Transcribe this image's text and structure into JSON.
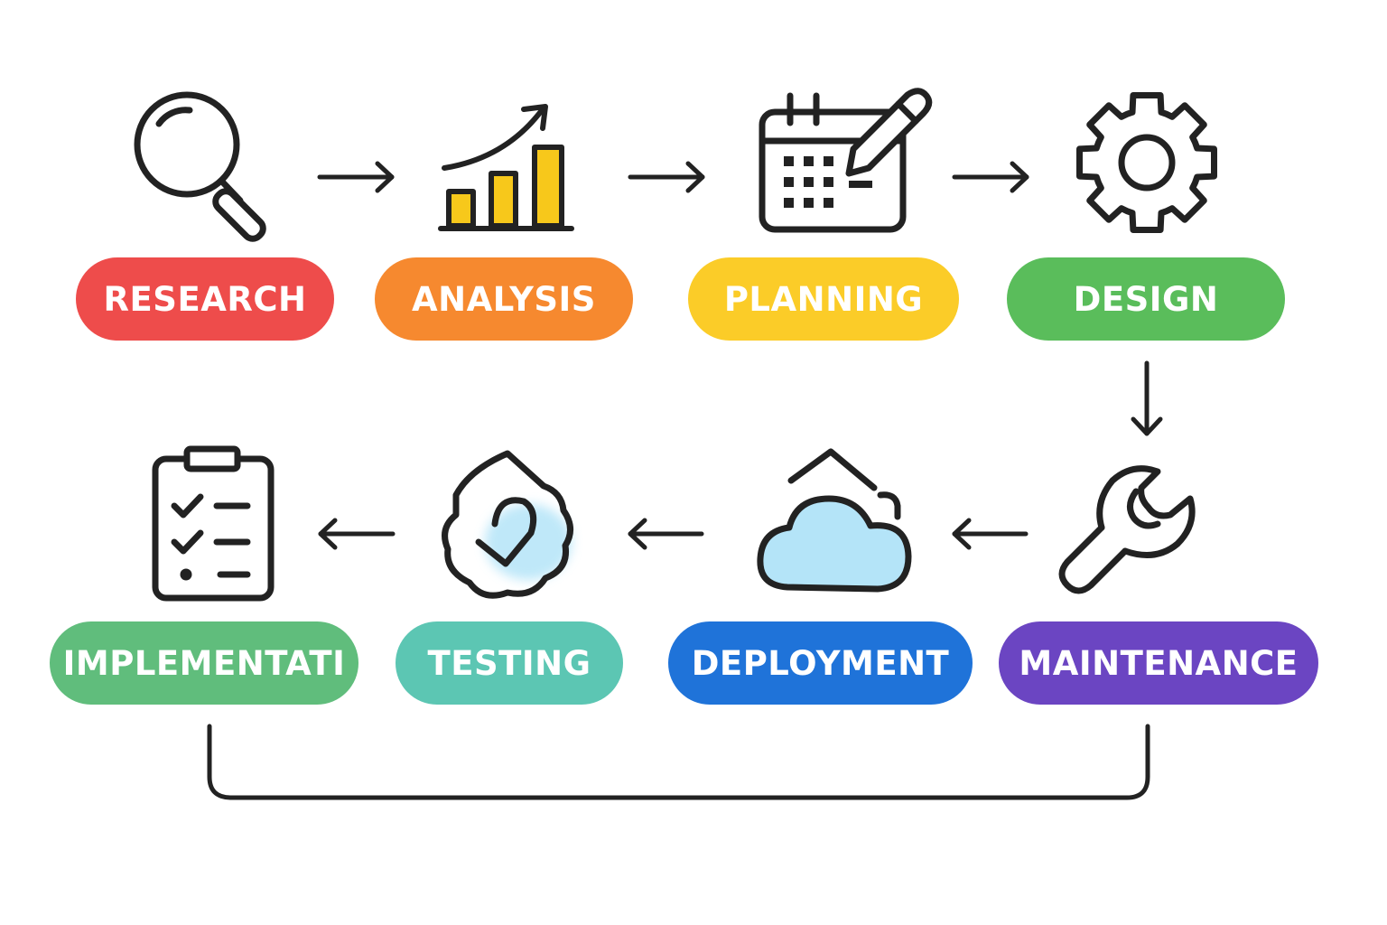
{
  "stages": [
    {
      "key": "research",
      "label": "RESEARCH",
      "color": "#ee4c4b",
      "icon": "magnifier-icon"
    },
    {
      "key": "analysis",
      "label": "ANALYSIS",
      "color": "#f6892f",
      "icon": "bar-chart-trend-icon"
    },
    {
      "key": "planning",
      "label": "PLANNING",
      "color": "#fbcc28",
      "icon": "calendar-pencil-icon"
    },
    {
      "key": "design",
      "label": "DESIGN",
      "color": "#5abd5b",
      "icon": "gear-icon"
    },
    {
      "key": "maintenance",
      "label": "MAINTENANCE",
      "color": "#6b45c2",
      "icon": "wrench-icon"
    },
    {
      "key": "deployment",
      "label": "DEPLOYMENT",
      "color": "#1f73d9",
      "icon": "cloud-icon"
    },
    {
      "key": "testing",
      "label": "TESTING",
      "color": "#5cc6b3",
      "icon": "shield-check-icon"
    },
    {
      "key": "implementation",
      "label": "IMPLEMENTATI",
      "color": "#60bd7c",
      "icon": "clipboard-checklist-icon"
    }
  ],
  "colors": {
    "stroke": "#222222",
    "bar_fill": "#f7c81b",
    "cloud_fill": "#b4e4f8",
    "calendar_accent": "#222222"
  }
}
